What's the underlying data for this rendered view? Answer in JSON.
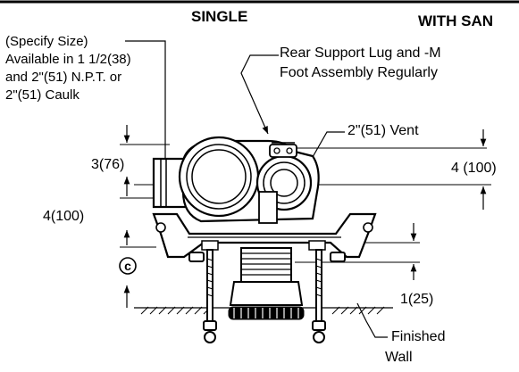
{
  "header": {
    "single": "SINGLE",
    "with_same": "WITH SAN"
  },
  "notes": {
    "specify_size": {
      "line1": "(Specify Size)",
      "line2": "Available in 1 1/2(38)",
      "line3": "and 2\"(51) N.P.T. or",
      "line4": "2\"(51) Caulk"
    },
    "rear_support": {
      "line1": "Rear Support Lug and -M",
      "line2": "Foot Assembly Regularly"
    }
  },
  "dimensions": {
    "vent": "2\"(51) Vent",
    "d_3_76": "3(76)",
    "d_4_100_left": "4(100)",
    "d_4_100_right": "4 (100)",
    "d_1_25": "1(25)",
    "c_marker": "c"
  },
  "wall_label": {
    "line1": "Finished",
    "line2": "Wall"
  }
}
